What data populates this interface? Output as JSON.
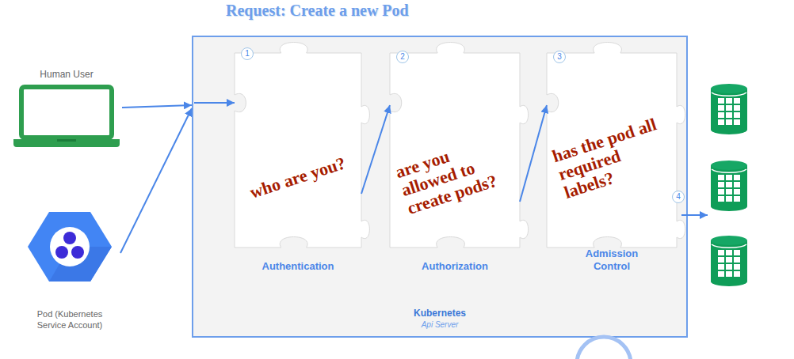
{
  "diagram": {
    "title": "Request: Create a new Pod",
    "nodes": [
      {
        "text": [
          "Human User"
        ]
      },
      {
        "text": [
          "Pod (Kubernetes Service Account)"
        ]
      },
      {
        "text": [
          "Kubernetes",
          "Api Server"
        ]
      },
      {
        "text": [
          "who are you?",
          "Authentication"
        ],
        "in": 2
      },
      {
        "text": [
          "are you allowed to create pods?",
          "Authorization"
        ],
        "in": 2
      },
      {
        "text": [
          "has the pod all required labels?",
          "Admission Control"
        ],
        "in": 2
      }
    ],
    "edges": [
      {
        "from": 0,
        "to": 2,
        "arrow": "to"
      },
      {
        "from": 1,
        "to": 2,
        "arrow": "to"
      },
      {
        "from": 2,
        "to": 3,
        "arrow": "to"
      },
      {
        "from": 3,
        "to": 4,
        "arrow": "to"
      },
      {
        "from": 4,
        "to": 5,
        "arrow": "to"
      }
    ],
    "labels": [
      "1",
      "2",
      "3",
      "4"
    ]
  }
}
